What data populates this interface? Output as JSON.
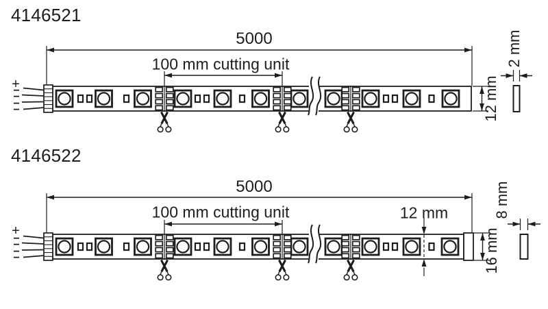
{
  "page": {
    "background_color": "#ffffff",
    "line_color": "#1d1d1b"
  },
  "diagrams": [
    {
      "article_number": "4146521",
      "total_length_label": "5000",
      "cutting_unit_label": "100 mm cutting unit",
      "strip_height_label": "12 mm",
      "profile_thickness_label": "2 mm",
      "polarity_plus_label": "+",
      "polarity_minus_label": "−"
    },
    {
      "article_number": "4146522",
      "total_length_label": "5000",
      "cutting_unit_label": "100 mm cutting unit",
      "inner_strip_width_label": "12 mm",
      "strip_height_label": "16 mm",
      "profile_thickness_label": "8 mm",
      "polarity_plus_label": "+",
      "polarity_minus_label": "−"
    }
  ]
}
